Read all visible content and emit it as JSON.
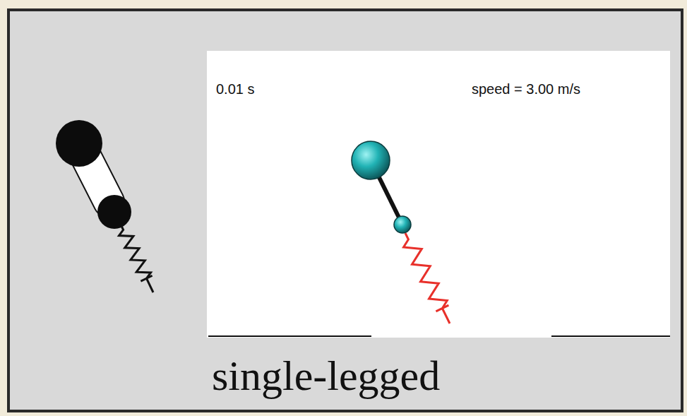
{
  "diagram": {
    "caption": "single-legged",
    "labels": [
      "0.01 s",
      "speed = 3.00 m/s"
    ]
  }
}
